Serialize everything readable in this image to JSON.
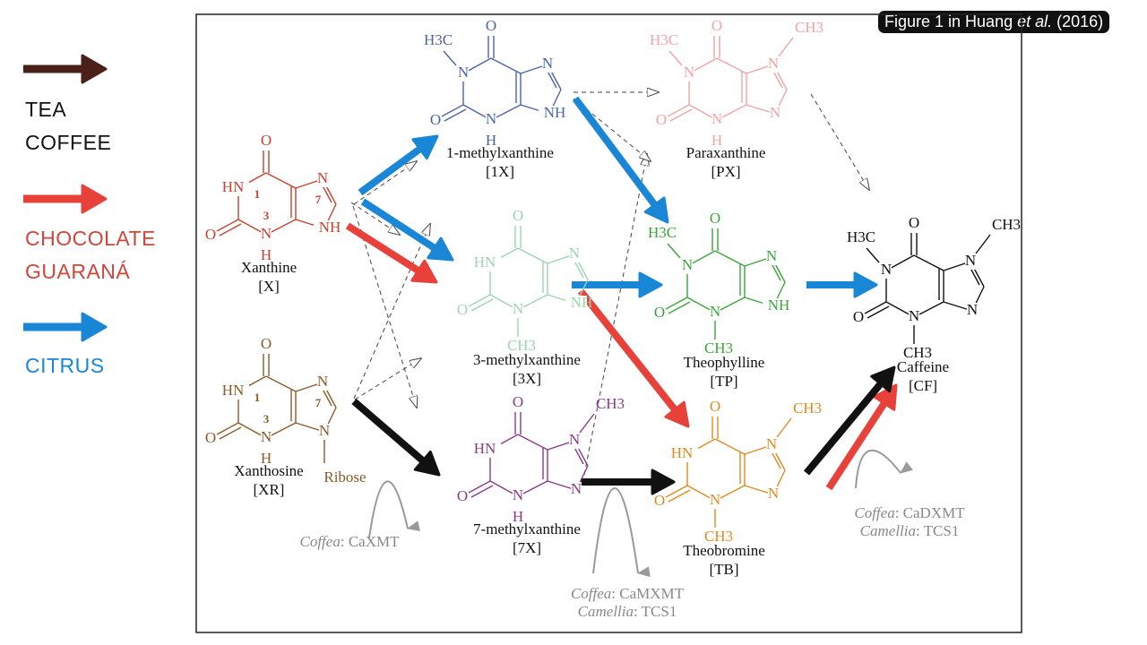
{
  "caption": {
    "prefix": "Figure 1 in Huang ",
    "italic": "et al.",
    "suffix": " (2016)"
  },
  "legend": [
    {
      "lines": [
        "TEA",
        "COFFEE"
      ],
      "color": "#4a2018",
      "text_color": "#111111"
    },
    {
      "lines": [
        "CHOCOLATE",
        "GUARANÁ"
      ],
      "color": "#e8413a",
      "text_color": "#d0453c"
    },
    {
      "lines": [
        "CITRUS"
      ],
      "color": "#1a86d6",
      "text_color": "#1a86d6"
    }
  ],
  "molecules": [
    {
      "id": "X",
      "name": "Xanthine",
      "abbr": "[X]",
      "color": "#c8402f",
      "n1": "HN",
      "n3": "H",
      "n7": "N",
      "n9": "NH",
      "nums": [
        "1",
        "3",
        "7"
      ]
    },
    {
      "id": "XR",
      "name": "Xanthosine",
      "abbr": "[XR]",
      "color": "#8a5a2a",
      "n1": "HN",
      "n3": "H",
      "n7": "N",
      "n9": "N",
      "n9sub": "Ribose",
      "nums": [
        "1",
        "3",
        "7"
      ]
    },
    {
      "id": "1X",
      "name": "1-methylxanthine",
      "abbr": "[1X]",
      "color": "#4a64a8",
      "n1": "N",
      "n1sub": "H3C",
      "n3": "H",
      "n7": "N",
      "n9": "NH"
    },
    {
      "id": "PX",
      "name": "Paraxanthine",
      "abbr": "[PX]",
      "color": "#f0a4a4",
      "n1": "N",
      "n1sub": "H3C",
      "n3": "H",
      "n7": "N",
      "n7sub": "CH3",
      "n9": "N"
    },
    {
      "id": "3X",
      "name": "3-methylxanthine",
      "abbr": "[3X]",
      "color": "#9ed4b0",
      "n1": "HN",
      "n3": "N",
      "n3sub": "CH3",
      "n7": "N",
      "n9": "NH"
    },
    {
      "id": "TP",
      "name": "Theophylline",
      "abbr": "[TP]",
      "color": "#3aa63a",
      "n1": "N",
      "n1sub": "H3C",
      "n3": "N",
      "n3sub": "CH3",
      "n7": "N",
      "n9": "NH"
    },
    {
      "id": "CF",
      "name": "Caffeine",
      "abbr": "[CF]",
      "color": "#111111",
      "n1": "N",
      "n1sub": "H3C",
      "n3": "N",
      "n3sub": "CH3",
      "n7": "N",
      "n7sub": "CH3",
      "n9": "N"
    },
    {
      "id": "7X",
      "name": "7-methylxanthine",
      "abbr": "[7X]",
      "color": "#8a3a88",
      "n1": "HN",
      "n3": "H",
      "n7": "N",
      "n7sub": "CH3",
      "n9": "N"
    },
    {
      "id": "TB",
      "name": "Theobromine",
      "abbr": "[TB]",
      "color": "#e08a20",
      "n1": "HN",
      "n3": "N",
      "n3sub": "CH3",
      "n7": "N",
      "n7sub": "CH3",
      "n9": "N"
    }
  ],
  "enzymes": [
    {
      "lines": [
        {
          "genus": "Coffea",
          "enzyme": ": CaXMT"
        }
      ]
    },
    {
      "lines": [
        {
          "genus": "Coffea",
          "enzyme": ": CaMXMT"
        },
        {
          "genus": "Camellia",
          "enzyme": ": TCS1"
        }
      ]
    },
    {
      "lines": [
        {
          "genus": "Coffea",
          "enzyme": ": CaDXMT"
        },
        {
          "genus": "Camellia",
          "enzyme": ": TCS1"
        }
      ]
    }
  ],
  "colors": {
    "blue": "#1a86d6",
    "red": "#e8413a",
    "black": "#111111",
    "dashed": "#444444",
    "enzyme": "#999999"
  }
}
